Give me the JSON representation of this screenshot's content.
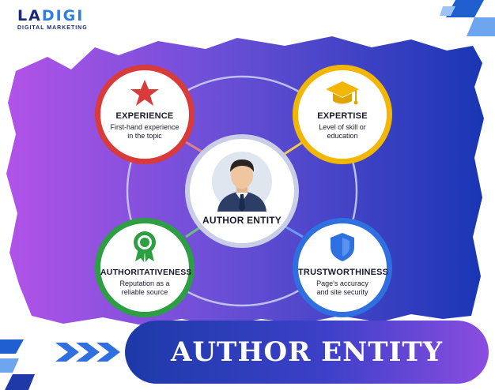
{
  "logo": {
    "brand_left": "LA",
    "brand_right": "DIGI",
    "tagline": "DIGITAL MARKETING"
  },
  "center": {
    "label": "AUTHOR ENTITY",
    "icon": "person-icon"
  },
  "nodes": [
    {
      "key": "experience",
      "title": "EXPERIENCE",
      "desc_line1": "First-hand experience",
      "desc_line2": "in the topic",
      "icon": "star-icon",
      "color": "#d93a3a"
    },
    {
      "key": "expertise",
      "title": "EXPERTISE",
      "desc_line1": "Level of skill or",
      "desc_line2": "education",
      "icon": "graduation-cap-icon",
      "color": "#f2b705"
    },
    {
      "key": "authoritativeness",
      "title": "AUTHORITATIVENESS",
      "desc_line1": "Reputation as a",
      "desc_line2": "reliable source",
      "icon": "award-ribbon-icon",
      "color": "#2e9e44"
    },
    {
      "key": "trustworthiness",
      "title": "TRUSTWORTHINESS",
      "desc_line1": "Page's accuracy",
      "desc_line2": "and site security",
      "icon": "shield-icon",
      "color": "#2f6fe0"
    }
  ],
  "banner": {
    "text": "AUTHOR ENTITY"
  },
  "colors": {
    "purple": "#a24ee6",
    "blue": "#1f3aa8",
    "navy": "#1b2a78"
  }
}
